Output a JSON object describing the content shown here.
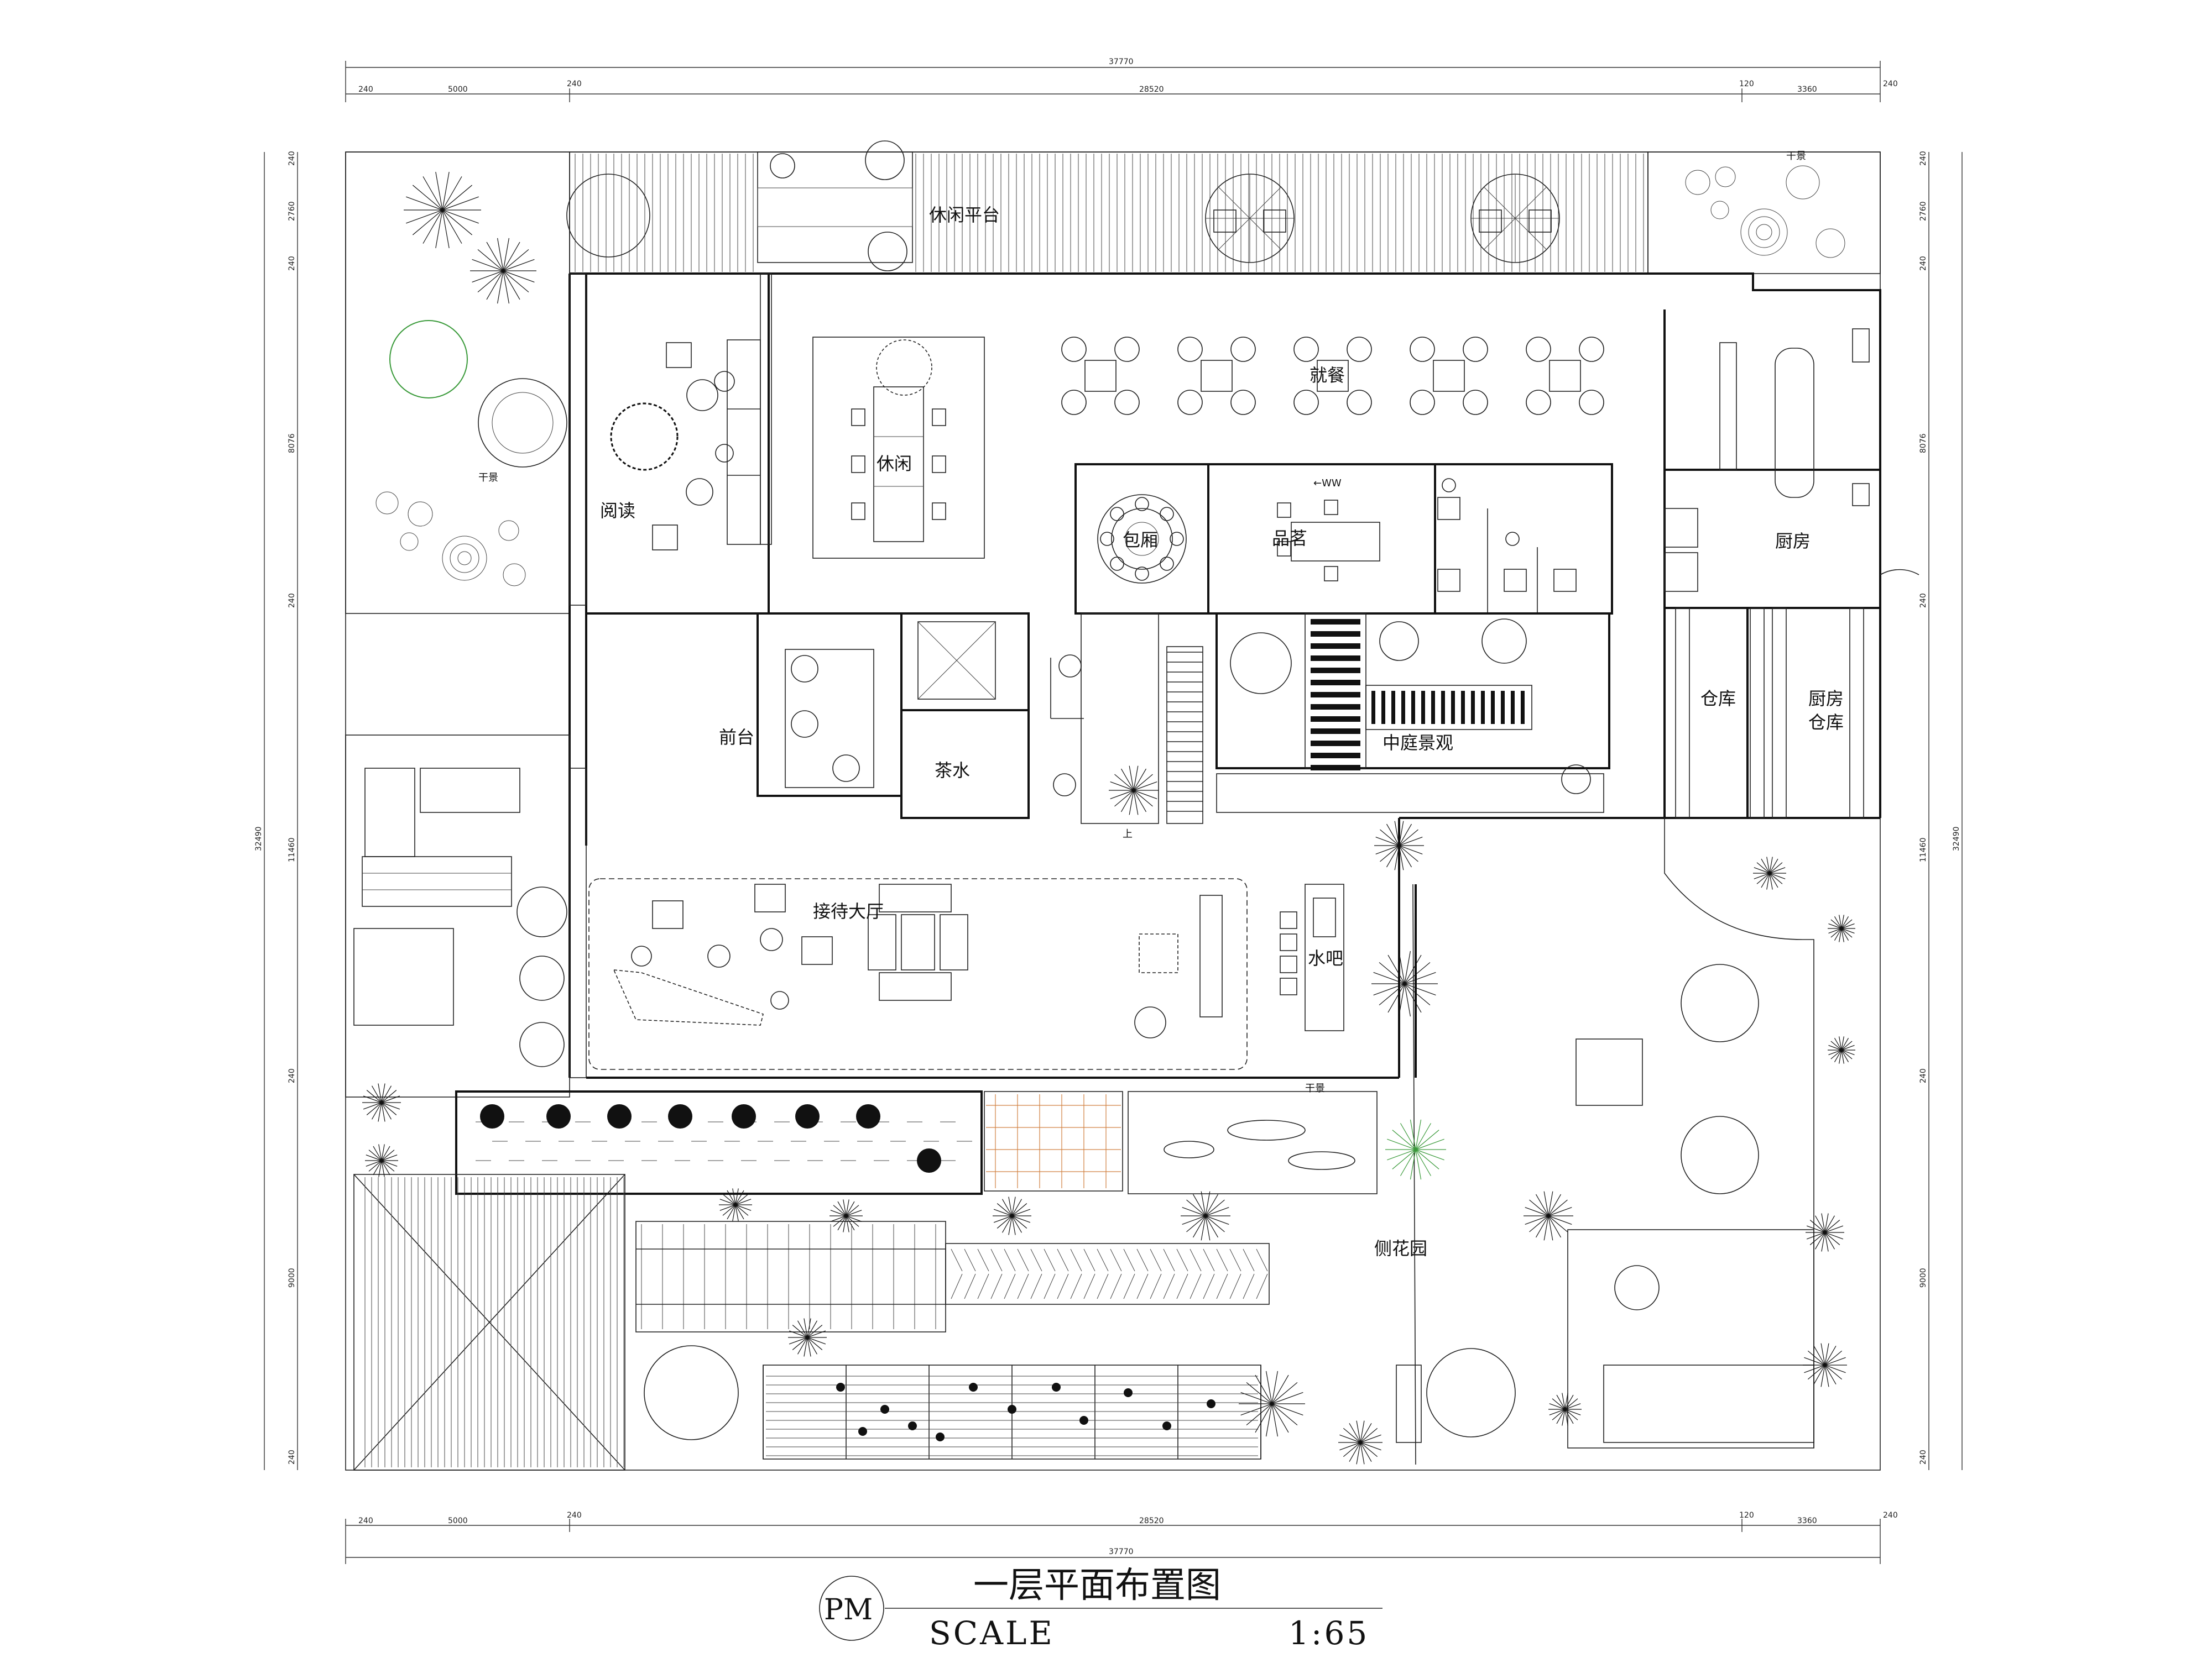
{
  "drawing": {
    "title": "一层平面布置图",
    "badge": "PM",
    "scale_label": "SCALE",
    "scale_value": "1:65"
  },
  "rooms": {
    "leisure_deck": "休闲平台",
    "reading": "阅读",
    "leisure": "休闲",
    "dining": "就餐",
    "private_room": "包厢",
    "tea_tasting": "品茗",
    "kitchen": "厨房",
    "reception_desk": "前台",
    "tea_water": "茶水",
    "atrium": "中庭景观",
    "storage": "仓库",
    "kitchen_storage_1": "厨房",
    "kitchen_storage_2": "仓库",
    "lobby": "接待大厅",
    "water_bar": "水吧",
    "side_garden": "侧花园",
    "dry_scape_nw": "干景",
    "dry_scape_ne": "干景",
    "dry_scape_mid": "干景",
    "stair_up": "上"
  },
  "dimensions": {
    "top_total": "37770",
    "top_a": "240",
    "top_b": "5000",
    "top_c": "240",
    "top_d": "28520",
    "top_e": "120",
    "top_f": "3360",
    "top_g": "240",
    "bottom_total": "37770",
    "bottom_a": "240",
    "bottom_b": "5000",
    "bottom_c": "240",
    "bottom_d": "28520",
    "bottom_e": "120",
    "bottom_f": "3360",
    "bottom_g": "240",
    "left_total": "32490",
    "left_a": "240",
    "left_b": "2760",
    "left_c": "240",
    "left_d": "8076",
    "left_e": "240",
    "left_f": "11460",
    "left_g": "240",
    "left_h": "9000",
    "left_i": "240",
    "right_total": "32490",
    "right_a": "240",
    "right_b": "2760",
    "right_c": "240",
    "right_d": "8076",
    "right_e": "240",
    "right_f": "11460",
    "right_g": "240",
    "right_h": "9000",
    "right_i": "240"
  },
  "icons": {
    "tree": "tree-icon",
    "palm": "palm-icon",
    "umbrella": "patio-umbrella-icon",
    "chair": "chair-icon",
    "table": "table-icon",
    "door": "door-swing-icon",
    "stair": "stair-icon"
  }
}
